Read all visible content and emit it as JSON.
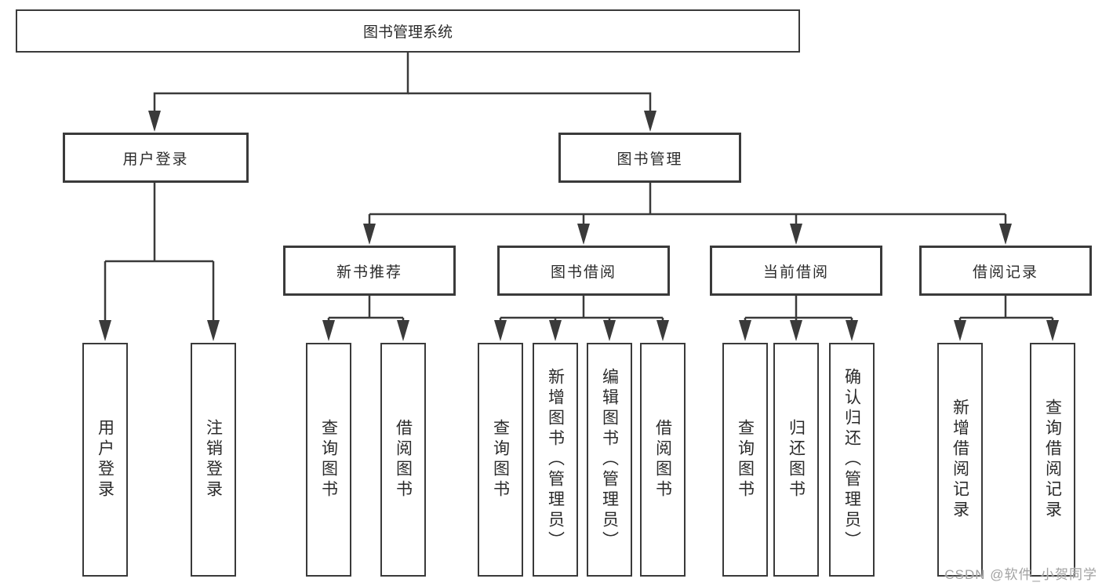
{
  "diagram": {
    "type": "tree",
    "root": "图书管理系统",
    "children": [
      {
        "label": "用户登录",
        "leaves": [
          "用户登录",
          "注销登录"
        ]
      },
      {
        "label": "图书管理",
        "children": [
          {
            "label": "新书推荐",
            "leaves": [
              "查询图书",
              "借阅图书"
            ]
          },
          {
            "label": "图书借阅",
            "leaves": [
              "查询图书",
              "新增图书（管理员）",
              "编辑图书（管理员）",
              "借阅图书"
            ]
          },
          {
            "label": "当前借阅",
            "leaves": [
              "查询图书",
              "归还图书",
              "确认归还（管理员）"
            ]
          },
          {
            "label": "借阅记录",
            "leaves": [
              "新增借阅记录",
              "查询借阅记录"
            ]
          }
        ]
      }
    ],
    "style": {
      "line_color": "#3a3a3a",
      "text_color": "#2b2b2b",
      "background": "#ffffff",
      "watermark_color": "#a2a2a2"
    }
  },
  "watermark": "CSDN @软件_小贺同学"
}
